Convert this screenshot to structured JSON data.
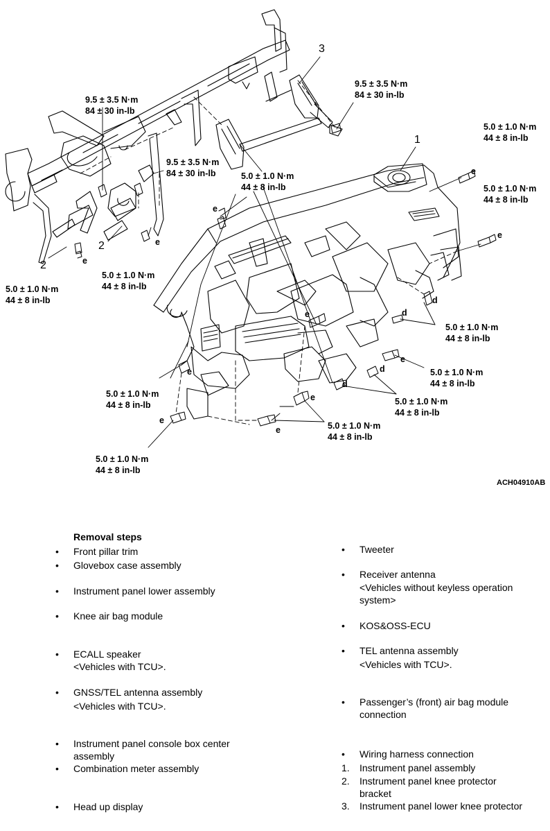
{
  "diagram": {
    "figure_code": "ACH04910AB",
    "part_labels": [
      "1",
      "2",
      "2",
      "3"
    ],
    "fastener_letters": [
      "d",
      "e"
    ],
    "torque_labels": [
      {
        "line1": "9.5 ± 3.5 N·m",
        "line2": "84 ± 30 in-lb"
      },
      {
        "line1": "9.5 ± 3.5 N·m",
        "line2": "84 ± 30 in-lb"
      },
      {
        "line1": "9.5 ± 3.5 N·m",
        "line2": "84 ± 30 in-lb"
      },
      {
        "line1": "5.0 ± 1.0 N·m",
        "line2": "44 ± 8 in-lb"
      }
    ]
  },
  "removal": {
    "title": "Removal steps",
    "left": [
      {
        "marker": "•",
        "lines": [
          "Front pillar trim"
        ]
      },
      {
        "marker": "•",
        "lines": [
          "Glovebox case assembly"
        ]
      },
      {
        "marker": "•",
        "lines": [
          "Instrument panel lower assembly"
        ]
      },
      {
        "marker": "•",
        "lines": [
          "Knee air bag module"
        ]
      },
      {
        "marker": "•",
        "lines": [
          "ECALL speaker",
          "<Vehicles with TCU>."
        ]
      },
      {
        "marker": "•",
        "lines": [
          "GNSS/TEL antenna assembly",
          "<Vehicles with TCU>."
        ]
      },
      {
        "marker": "•",
        "lines": [
          "Instrument panel console box center",
          "assembly"
        ]
      },
      {
        "marker": "•",
        "lines": [
          "Combination meter assembly"
        ]
      },
      {
        "marker": "•",
        "lines": [
          "Head up display"
        ]
      }
    ],
    "right": [
      {
        "marker": "•",
        "lines": [
          "Tweeter"
        ]
      },
      {
        "marker": "•",
        "lines": [
          "Receiver antenna",
          "<Vehicles without keyless operation",
          "system>"
        ]
      },
      {
        "marker": "•",
        "lines": [
          "KOS&OSS-ECU"
        ]
      },
      {
        "marker": "•",
        "lines": [
          "TEL antenna assembly",
          "<Vehicles with TCU>."
        ]
      },
      {
        "marker": "•",
        "lines": [
          "Passenger’s (front) air bag module",
          "connection"
        ]
      },
      {
        "marker": "•",
        "lines": [
          "Wiring harness connection"
        ]
      },
      {
        "marker": "1.",
        "lines": [
          "Instrument panel assembly"
        ]
      },
      {
        "marker": "2.",
        "lines": [
          "Instrument panel knee protector",
          "bracket"
        ]
      },
      {
        "marker": "3.",
        "lines": [
          "Instrument panel lower knee protector"
        ]
      }
    ]
  }
}
